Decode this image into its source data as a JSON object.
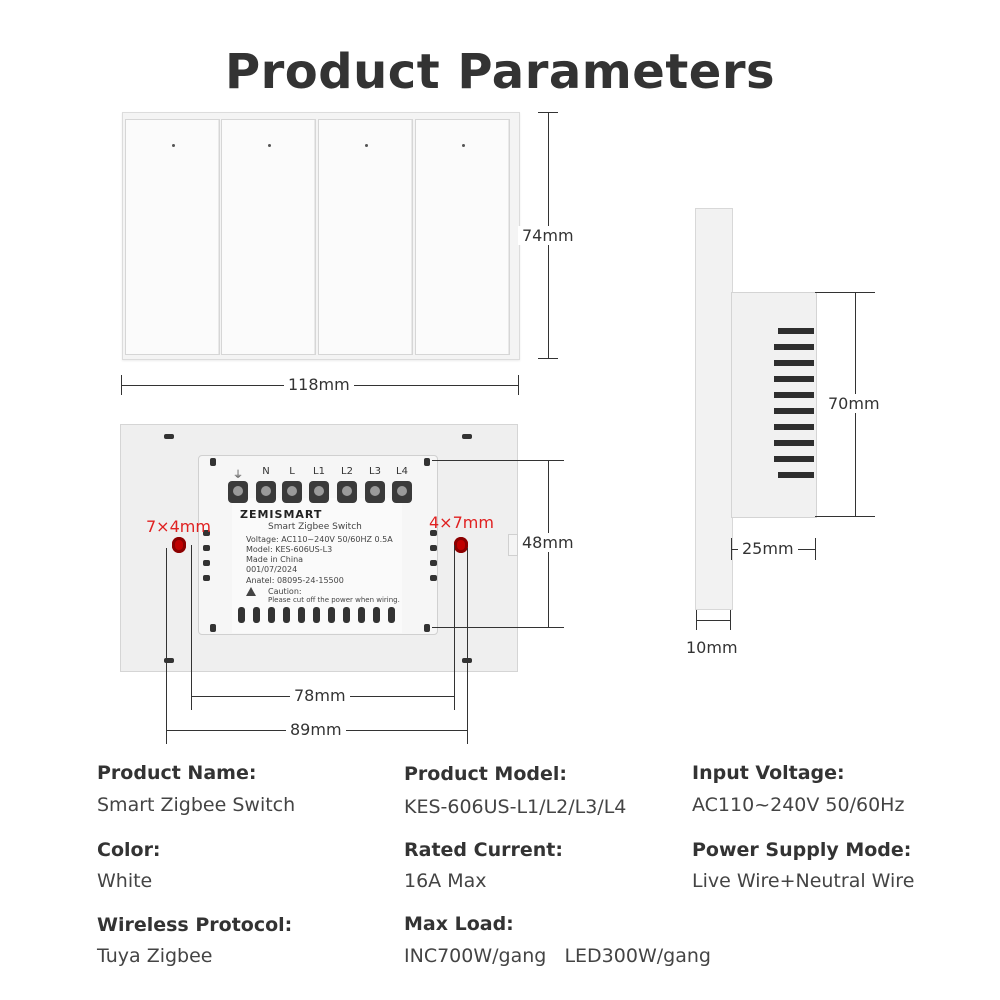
{
  "title": "Product Parameters",
  "dimensions": {
    "front_height": "74mm",
    "front_width": "118mm",
    "back_height": "48mm",
    "hole_spacing_inner": "78mm",
    "hole_spacing_outer": "89mm",
    "hole_left": "7×4mm",
    "hole_right": "4×7mm",
    "side_height": "70mm",
    "side_depth": "25mm",
    "side_plate": "10mm"
  },
  "module": {
    "brand": "ZEMISMART",
    "terminals": [
      "⏚",
      "N",
      "L",
      "L1",
      "L2",
      "L3",
      "L4"
    ],
    "label_lines": [
      "Smart Zigbee Switch",
      "Voltage: AC110~240V  50/60HZ  0.5A",
      "Model: KES-606US-L3",
      "Made in China",
      "001/07/2024",
      "Anatel: 08095-24-15500",
      "Caution:",
      "Please cut off the power when wiring."
    ]
  },
  "params": {
    "product_name": {
      "label": "Product Name:",
      "value": "Smart Zigbee Switch"
    },
    "product_model": {
      "label": "Product Model:",
      "value": "KES-606US-L1/L2/L3/L4"
    },
    "input_voltage": {
      "label": "Input Voltage:",
      "value": "AC110~240V 50/60Hz"
    },
    "color": {
      "label": "Color:",
      "value": "White"
    },
    "rated_current": {
      "label": "Rated Current:",
      "value": "16A Max"
    },
    "power_supply_mode": {
      "label": "Power Supply Mode:",
      "value": "Live Wire+Neutral Wire"
    },
    "wireless_protocol": {
      "label": "Wireless Protocol:",
      "value": "Tuya Zigbee"
    },
    "max_load": {
      "label": "Max Load:",
      "value": "INC700W/gang   LED300W/gang"
    }
  },
  "colors": {
    "accent_red": "#e02020",
    "text": "#333333"
  }
}
